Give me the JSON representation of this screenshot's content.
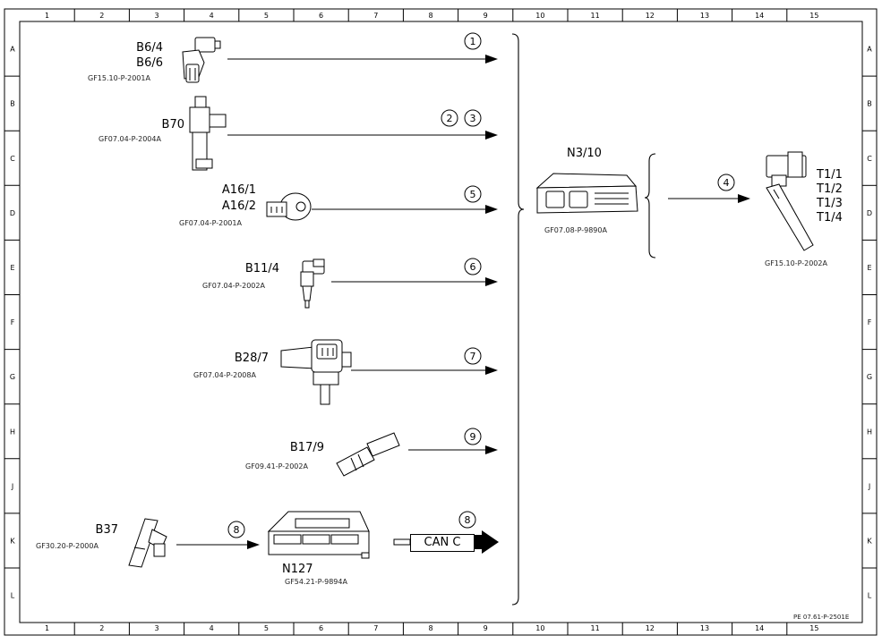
{
  "frame": {
    "columns": [
      "1",
      "2",
      "3",
      "4",
      "5",
      "6",
      "7",
      "8",
      "9",
      "10",
      "11",
      "12",
      "13",
      "14",
      "15"
    ],
    "rows": [
      "A",
      "B",
      "C",
      "D",
      "E",
      "F",
      "G",
      "H",
      "J",
      "K",
      "L"
    ],
    "document_ref": "PE 07.61-P-2501E"
  },
  "components": [
    {
      "names": [
        "B6/4",
        "B6/6"
      ],
      "ref": "GF15.10-P-2001A",
      "signals": [
        "1"
      ]
    },
    {
      "names": [
        "B70"
      ],
      "ref": "GF07.04-P-2004A",
      "signals": [
        "2",
        "3"
      ]
    },
    {
      "names": [
        "A16/1",
        "A16/2"
      ],
      "ref": "GF07.04-P-2001A",
      "signals": [
        "5"
      ]
    },
    {
      "names": [
        "B11/4"
      ],
      "ref": "GF07.04-P-2002A",
      "signals": [
        "6"
      ]
    },
    {
      "names": [
        "B28/7"
      ],
      "ref": "GF07.04-P-2008A",
      "signals": [
        "7"
      ]
    },
    {
      "names": [
        "B17/9"
      ],
      "ref": "GF09.41-P-2002A",
      "signals": [
        "9"
      ]
    }
  ],
  "pedal": {
    "name": "B37",
    "ref": "GF30.20-P-2000A",
    "signal": "8"
  },
  "gateway": {
    "name": "N127",
    "ref": "GF54.21-P-9894A",
    "signal": "8",
    "bus": "CAN C"
  },
  "ecu": {
    "name": "N3/10",
    "ref": "GF07.08-P-9890A"
  },
  "ignition": {
    "names": [
      "T1/1",
      "T1/2",
      "T1/3",
      "T1/4"
    ],
    "ref": "GF15.10-P-2002A",
    "signal": "4"
  }
}
